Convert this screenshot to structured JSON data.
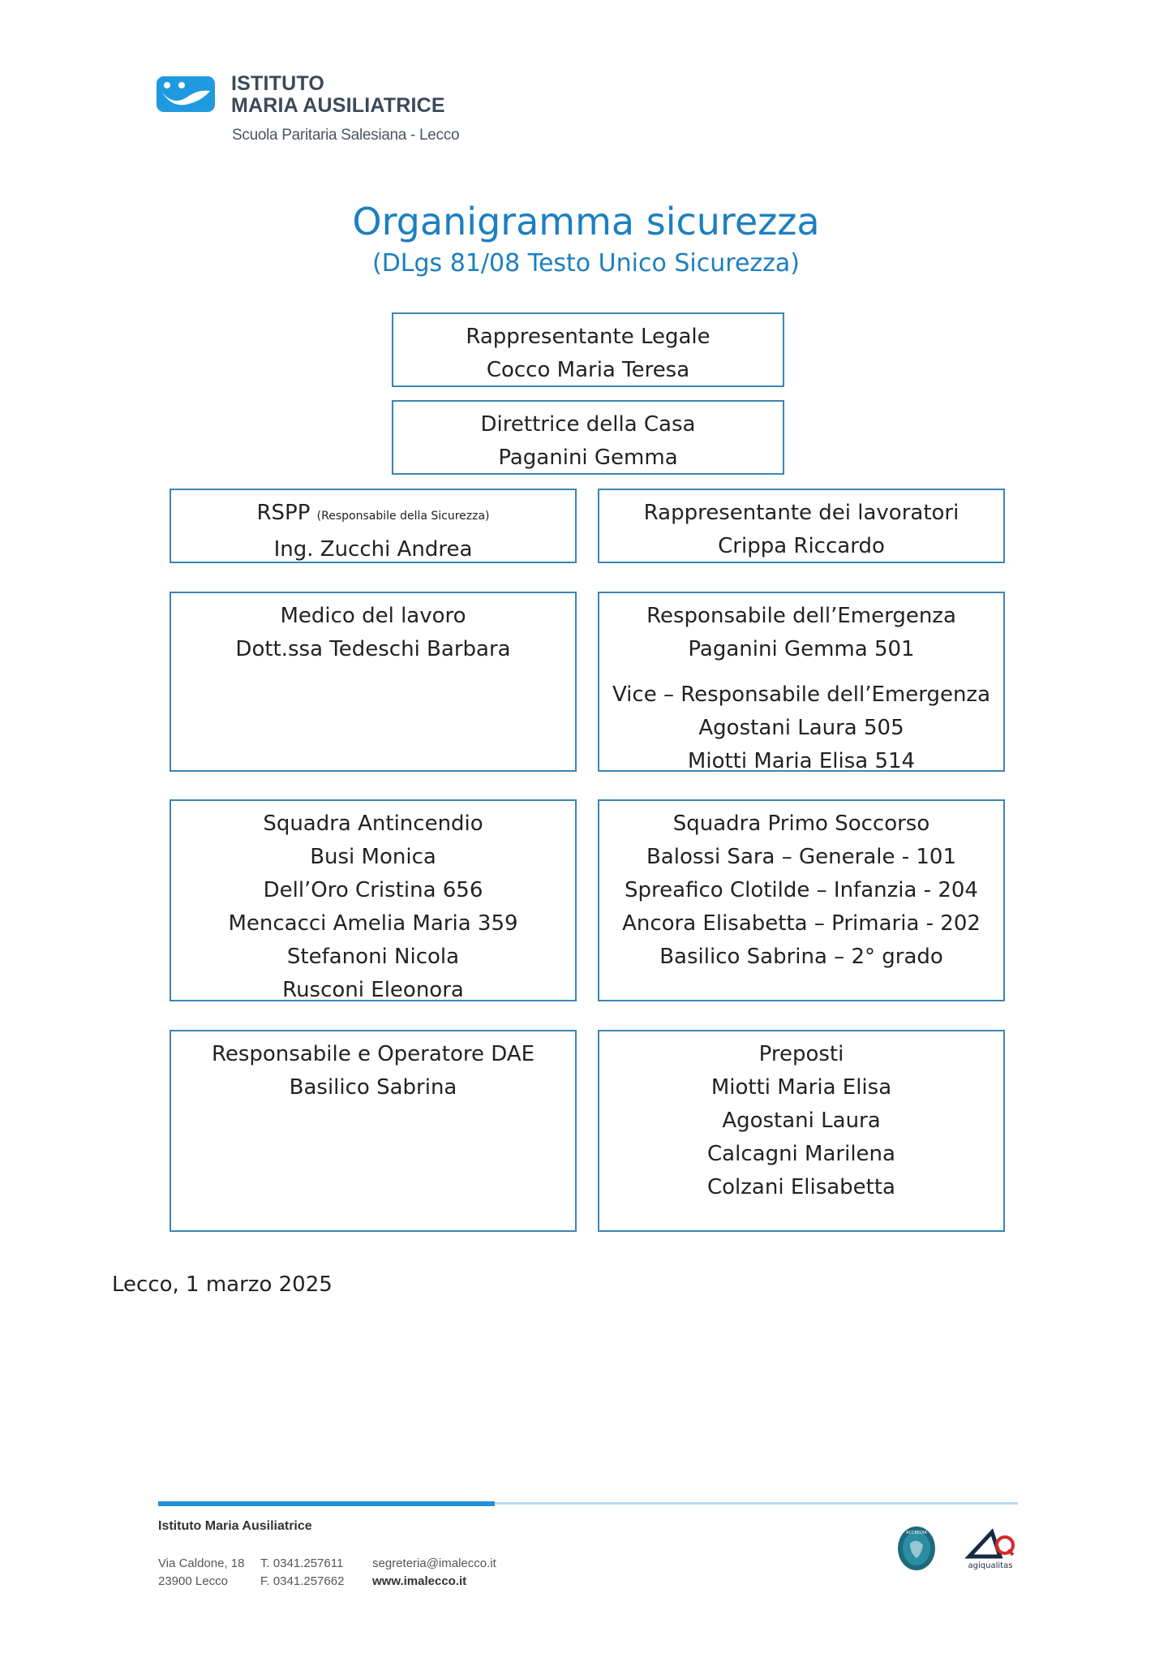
{
  "header": {
    "logo_line1": "ISTITUTO",
    "logo_line2": "MARIA AUSILIATRICE",
    "logo_sub": "Scuola Paritaria Salesiana - Lecco"
  },
  "title": "Organigramma sicurezza",
  "subtitle": "(DLgs 81/08 Testo Unico Sicurezza)",
  "boxes": {
    "legale": {
      "role": "Rappresentante Legale",
      "name": "Cocco Maria Teresa"
    },
    "direttrice": {
      "role": "Direttrice della Casa",
      "name": "Paganini Gemma"
    },
    "rspp": {
      "role": "RSPP",
      "role_note": "(Responsabile della Sicurezza)",
      "name": "Ing. Zucchi Andrea"
    },
    "rls": {
      "role": "Rappresentante dei lavoratori",
      "name": "Crippa Riccardo"
    },
    "medico": {
      "role": "Medico del lavoro",
      "name": "Dott.ssa Tedeschi Barbara"
    },
    "emergenza": {
      "role": "Responsabile dell’Emergenza",
      "name": "Paganini Gemma 501",
      "vice_role": "Vice – Responsabile dell’Emergenza",
      "vice_names": [
        "Agostani Laura 505",
        "Miotti Maria Elisa 514"
      ]
    },
    "antincendio": {
      "role": "Squadra Antincendio",
      "names": [
        "Busi Monica",
        "Dell’Oro Cristina 656",
        "Mencacci Amelia Maria 359",
        "Stefanoni Nicola",
        "Rusconi Eleonora"
      ]
    },
    "soccorso": {
      "role": "Squadra Primo Soccorso",
      "names": [
        "Balossi Sara – Generale - 101",
        "Spreafico Clotilde – Infanzia - 204",
        "Ancora Elisabetta – Primaria - 202",
        "Basilico Sabrina – 2° grado"
      ]
    },
    "dae": {
      "role": "Responsabile e Operatore DAE",
      "name": "Basilico Sabrina"
    },
    "preposti": {
      "role": "Preposti",
      "names": [
        "Miotti Maria Elisa",
        "Agostani Laura",
        "Calcagni Marilena",
        "Colzani Elisabetta"
      ]
    }
  },
  "place_date": "Lecco, 1 marzo 2025",
  "footer": {
    "name": "Istituto Maria Ausiliatrice",
    "address1": "Via Caldone, 18",
    "address2": "23900 Lecco",
    "phone": "T. 0341.257611",
    "fax": "F. 0341.257662",
    "email": "segreteria@imalecco.it",
    "web": "www.imalecco.it",
    "badge1_text": "ACCREDIA",
    "badge2_text": "agiqualitas"
  },
  "colors": {
    "accent": "#1c7fc0",
    "border": "#3a86b4",
    "rule": "#2590d4"
  }
}
